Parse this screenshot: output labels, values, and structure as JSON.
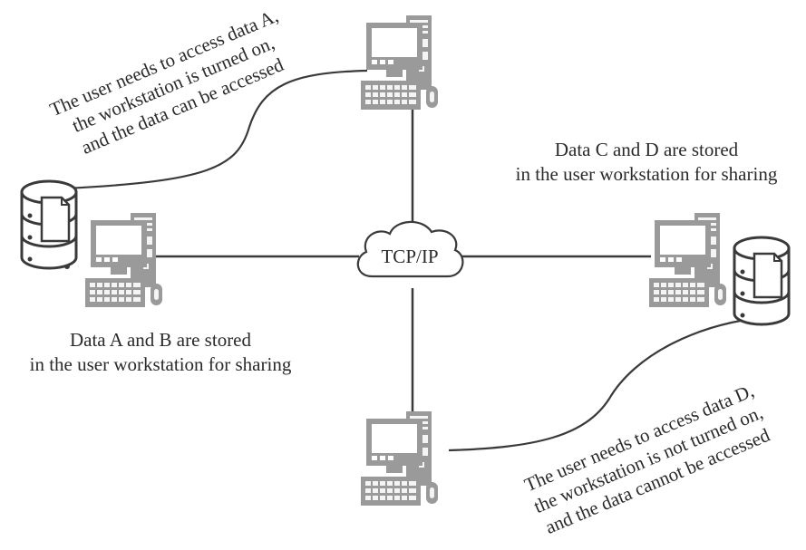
{
  "network": {
    "label": "TCP/IP"
  },
  "captions": {
    "left_store": {
      "line1": "Data A and B are stored",
      "line2": "in the user workstation for sharing"
    },
    "right_store": {
      "line1": "Data C and D are stored",
      "line2": "in the user workstation for sharing"
    },
    "top_access": {
      "line1": "The user needs to access data A,",
      "line2": "the workstation is turned on,",
      "line3": "and the data can be accessed"
    },
    "bottom_access": {
      "line1": "The user needs to access data D,",
      "line2": "the workstation is not turned on,",
      "line3": "and the data cannot be accessed"
    }
  },
  "colors": {
    "icon_fill": "#9a9a9a",
    "icon_light": "#f4f4f4",
    "line": "#3a3a3a"
  },
  "icons": {
    "workstation": "desktop-computer-icon",
    "database": "database-icon",
    "network": "cloud-icon"
  }
}
